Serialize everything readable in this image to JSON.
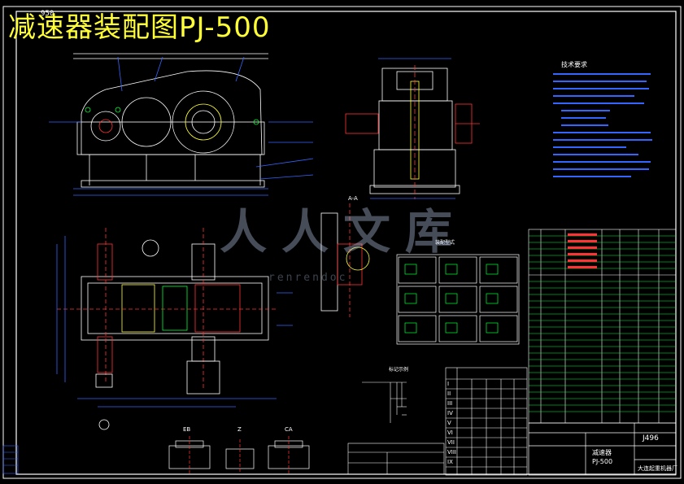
{
  "drawing": {
    "title": "减速器装配图PJ-500",
    "corner_tag": "950",
    "drawing_number": "J496",
    "product_name": "减速器",
    "model": "PJ-500",
    "company": "大连起重机器厂",
    "section_label": "A-A",
    "view_labels": [
      "EB",
      "Z",
      "CA"
    ],
    "roman_rows": [
      "I",
      "II",
      "III",
      "IV",
      "V",
      "VI",
      "VII",
      "VIII",
      "IX"
    ]
  },
  "watermark": {
    "text": "人人文库",
    "sub": "renrendoc"
  },
  "colors": {
    "background": "#000000",
    "title": "#ffff33",
    "lines": "#ffffff",
    "blue": "#3366ff",
    "green": "#00ff33",
    "red": "#ff3333",
    "cyan": "#33ccff"
  }
}
